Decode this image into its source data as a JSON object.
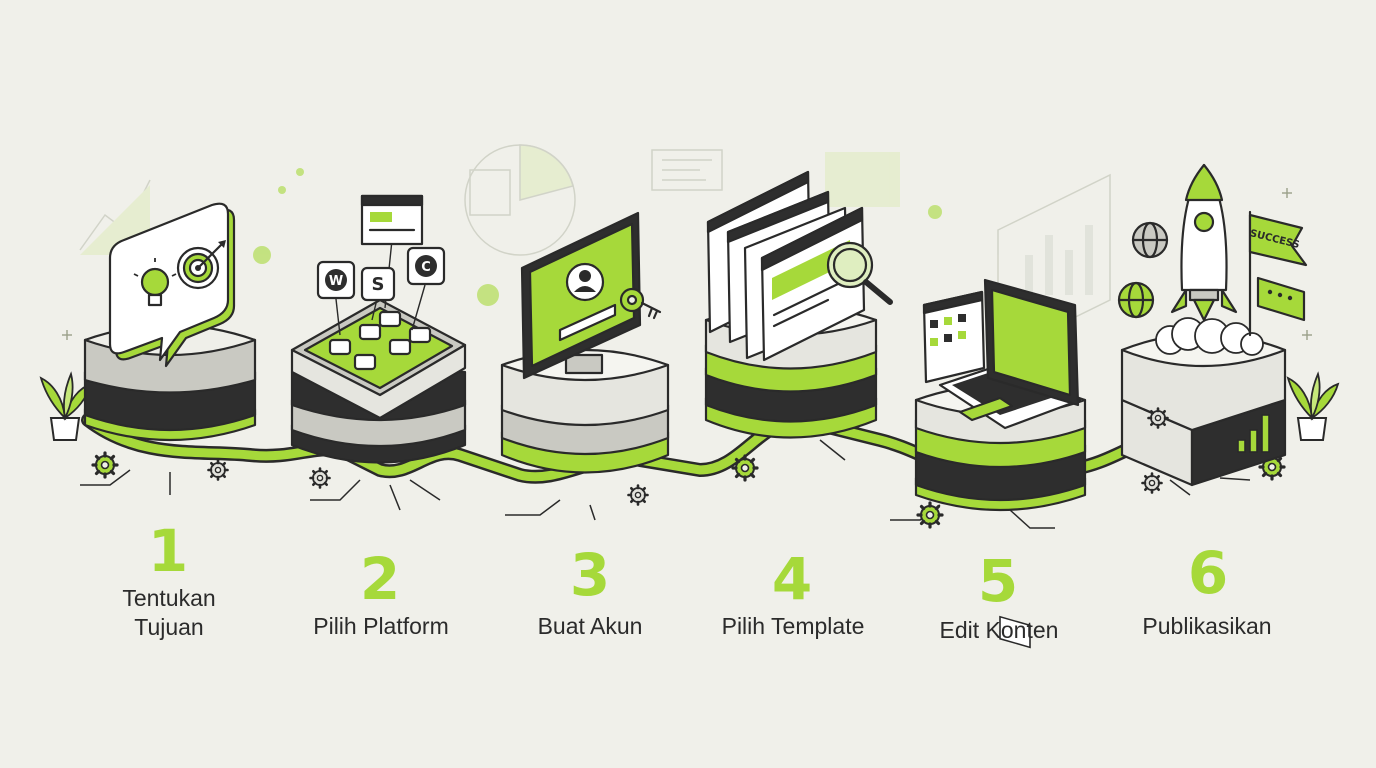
{
  "colors": {
    "accent": "#a6d93a",
    "ink": "#2a2a2a",
    "background": "#f0f0ea",
    "dark": "#2e2e2e",
    "gray": "#c9c9c2"
  },
  "steps": [
    {
      "number": "1",
      "label": "Tentukan\nTujuan",
      "icon": "lightbulb-target-icon"
    },
    {
      "number": "2",
      "label": "Pilih Platform",
      "icon": "platform-apps-icon"
    },
    {
      "number": "3",
      "label": "Buat Akun",
      "icon": "account-key-icon"
    },
    {
      "number": "4",
      "label": "Pilih Template",
      "icon": "template-search-icon"
    },
    {
      "number": "5",
      "label": "Edit Konten",
      "icon": "laptop-edit-icon"
    },
    {
      "number": "6",
      "label": "Publikasikan",
      "icon": "rocket-icon"
    }
  ],
  "platform_logos": [
    "W",
    "S",
    "C"
  ],
  "flag_text": "SUCCESS"
}
